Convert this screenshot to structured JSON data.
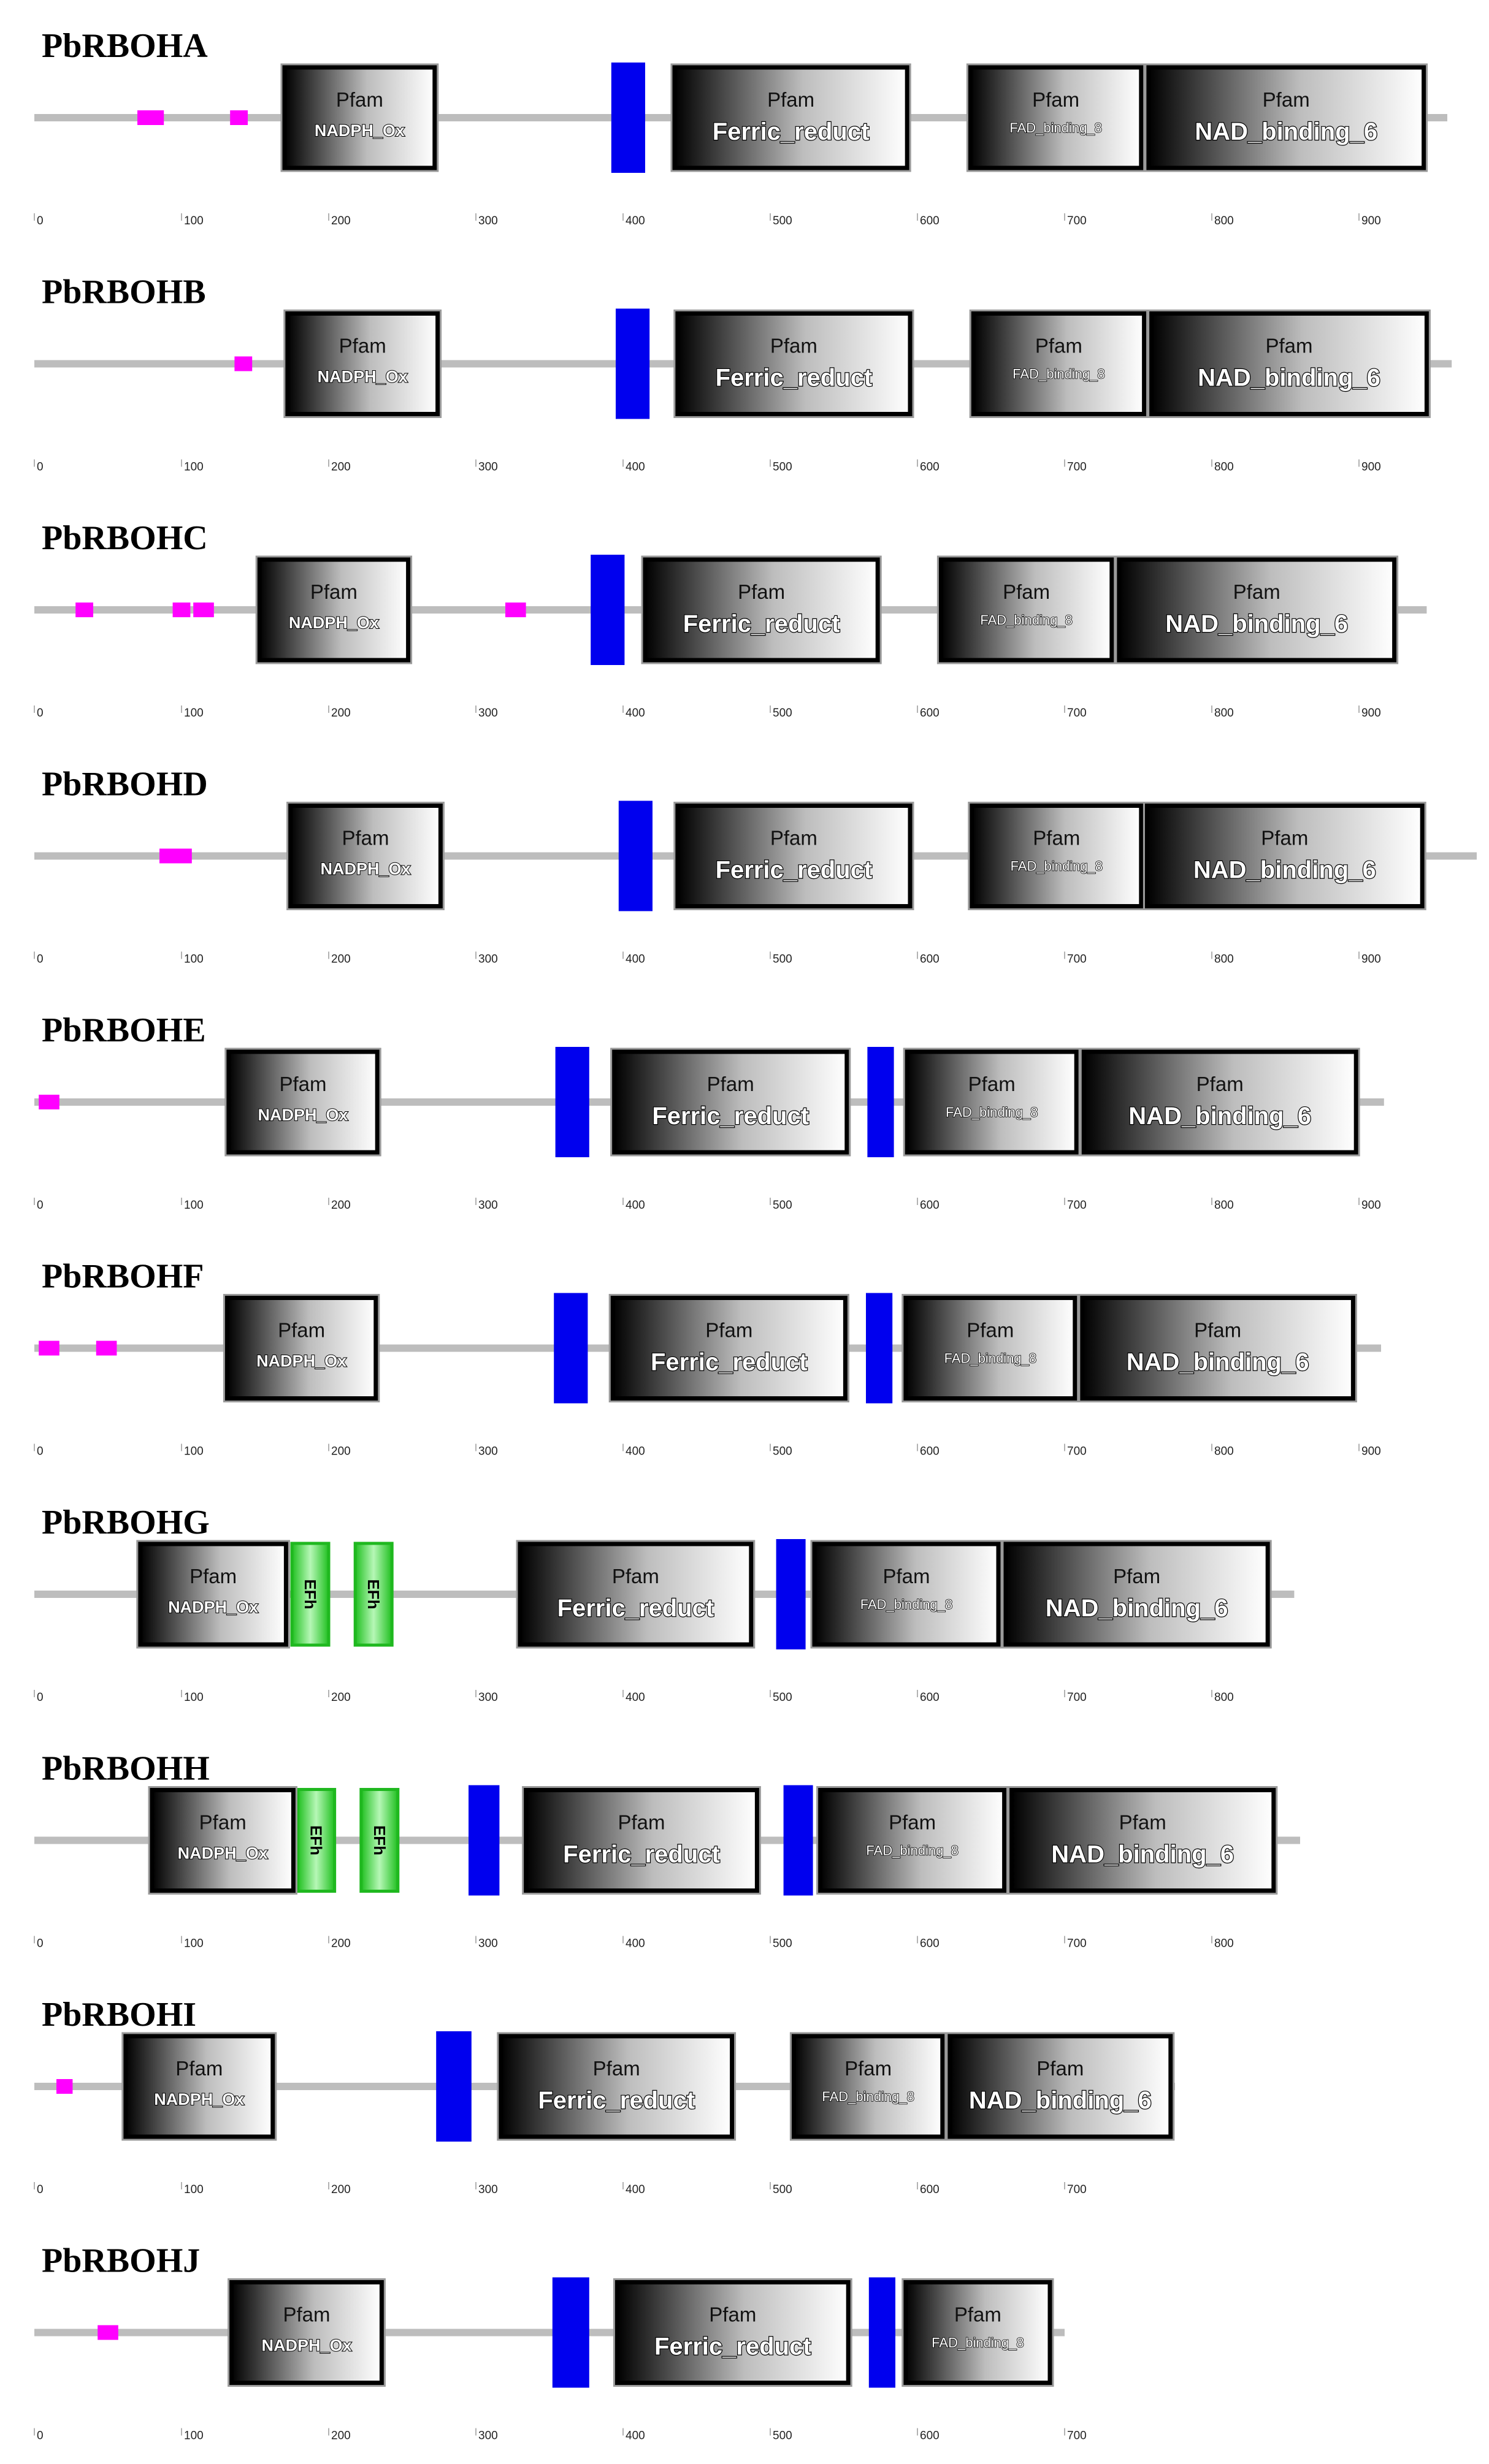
{
  "colors": {
    "backbone": "#bdbdbd",
    "motif": "#ff00ff",
    "transmembrane": "#0000ee",
    "efh_fill": "#35d635",
    "efh_border": "#1fb81f",
    "pfam_dark": "#000000",
    "pfam_light": "#ffffff"
  },
  "labels": {
    "pfam": "Pfam",
    "efh": "EFh"
  },
  "proteins": [
    {
      "name": "PbRBOHA",
      "length": 960,
      "ticks": [
        "0",
        "100",
        "200",
        "300",
        "400",
        "500",
        "600",
        "700",
        "800",
        "900"
      ],
      "motifs": [
        [
          70,
          88
        ],
        [
          133,
          145
        ]
      ],
      "tm": [
        [
          392,
          415
        ]
      ],
      "efh": [],
      "pfam": [
        {
          "name": "NADPH_Ox",
          "start": 170,
          "end": 272
        },
        {
          "name": "Ferric_reduct",
          "start": 435,
          "end": 593
        },
        {
          "name": "FAD_binding_8",
          "start": 636,
          "end": 752
        },
        {
          "name": "NAD_binding_6",
          "start": 757,
          "end": 944
        }
      ]
    },
    {
      "name": "PbRBOHB",
      "length": 963,
      "ticks": [
        "0",
        "100",
        "200",
        "300",
        "400",
        "500",
        "600",
        "700",
        "800",
        "900"
      ],
      "motifs": [
        [
          136,
          148
        ]
      ],
      "tm": [
        [
          395,
          418
        ]
      ],
      "efh": [],
      "pfam": [
        {
          "name": "NADPH_Ox",
          "start": 172,
          "end": 274
        },
        {
          "name": "Ferric_reduct",
          "start": 437,
          "end": 595
        },
        {
          "name": "FAD_binding_8",
          "start": 638,
          "end": 754
        },
        {
          "name": "NAD_binding_6",
          "start": 759,
          "end": 946
        }
      ]
    },
    {
      "name": "PbRBOHC",
      "length": 946,
      "ticks": [
        "0",
        "100",
        "200",
        "300",
        "400",
        "500",
        "600",
        "700",
        "800",
        "900"
      ],
      "motifs": [
        [
          28,
          40
        ],
        [
          94,
          106
        ],
        [
          108,
          122
        ],
        [
          320,
          334
        ]
      ],
      "tm": [
        [
          378,
          401
        ]
      ],
      "efh": [],
      "pfam": [
        {
          "name": "NADPH_Ox",
          "start": 153,
          "end": 254
        },
        {
          "name": "Ferric_reduct",
          "start": 415,
          "end": 573
        },
        {
          "name": "FAD_binding_8",
          "start": 616,
          "end": 732
        },
        {
          "name": "NAD_binding_6",
          "start": 737,
          "end": 924
        }
      ]
    },
    {
      "name": "PbRBOHD",
      "length": 980,
      "ticks": [
        "0",
        "100",
        "200",
        "300",
        "400",
        "500",
        "600",
        "700",
        "800",
        "900"
      ],
      "motifs": [
        [
          85,
          107
        ]
      ],
      "tm": [
        [
          397,
          420
        ]
      ],
      "efh": [],
      "pfam": [
        {
          "name": "NADPH_Ox",
          "start": 174,
          "end": 276
        },
        {
          "name": "Ferric_reduct",
          "start": 437,
          "end": 595
        },
        {
          "name": "FAD_binding_8",
          "start": 637,
          "end": 752
        },
        {
          "name": "NAD_binding_6",
          "start": 756,
          "end": 943
        }
      ]
    },
    {
      "name": "PbRBOHE",
      "length": 917,
      "ticks": [
        "0",
        "100",
        "200",
        "300",
        "400",
        "500",
        "600",
        "700",
        "800",
        "900"
      ],
      "motifs": [
        [
          3,
          17
        ]
      ],
      "tm": [
        [
          354,
          377
        ],
        [
          566,
          584
        ]
      ],
      "efh": [],
      "pfam": [
        {
          "name": "NADPH_Ox",
          "start": 132,
          "end": 233
        },
        {
          "name": "Ferric_reduct",
          "start": 394,
          "end": 552
        },
        {
          "name": "FAD_binding_8",
          "start": 593,
          "end": 708
        },
        {
          "name": "NAD_binding_6",
          "start": 713,
          "end": 898
        }
      ]
    },
    {
      "name": "PbRBOHF",
      "length": 915,
      "ticks": [
        "0",
        "100",
        "200",
        "300",
        "400",
        "500",
        "600",
        "700",
        "800",
        "900"
      ],
      "motifs": [
        [
          3,
          17
        ],
        [
          42,
          56
        ]
      ],
      "tm": [
        [
          353,
          376
        ],
        [
          565,
          583
        ]
      ],
      "efh": [],
      "pfam": [
        {
          "name": "NADPH_Ox",
          "start": 131,
          "end": 232
        },
        {
          "name": "Ferric_reduct",
          "start": 393,
          "end": 551
        },
        {
          "name": "FAD_binding_8",
          "start": 592,
          "end": 707
        },
        {
          "name": "NAD_binding_6",
          "start": 712,
          "end": 896
        }
      ]
    },
    {
      "name": "PbRBOHG",
      "length": 856,
      "ticks": [
        "0",
        "100",
        "200",
        "300",
        "400",
        "500",
        "600",
        "700",
        "800"
      ],
      "motifs": [],
      "tm": [
        [
          504,
          524
        ]
      ],
      "efh": [
        [
          175,
          200
        ],
        [
          218,
          243
        ]
      ],
      "pfam": [
        {
          "name": "NADPH_Ox",
          "start": 72,
          "end": 171
        },
        {
          "name": "Ferric_reduct",
          "start": 330,
          "end": 487
        },
        {
          "name": "FAD_binding_8",
          "start": 530,
          "end": 655
        },
        {
          "name": "NAD_binding_6",
          "start": 660,
          "end": 838
        }
      ]
    },
    {
      "name": "PbRBOHH",
      "length": 860,
      "ticks": [
        "0",
        "100",
        "200",
        "300",
        "400",
        "500",
        "600",
        "700",
        "800"
      ],
      "motifs": [],
      "tm": [
        [
          295,
          316
        ],
        [
          509,
          529
        ]
      ],
      "efh": [
        [
          179,
          204
        ],
        [
          222,
          247
        ]
      ],
      "pfam": [
        {
          "name": "NADPH_Ox",
          "start": 80,
          "end": 176
        },
        {
          "name": "Ferric_reduct",
          "start": 334,
          "end": 491
        },
        {
          "name": "FAD_binding_8",
          "start": 534,
          "end": 659
        },
        {
          "name": "NAD_binding_6",
          "start": 664,
          "end": 842
        }
      ]
    },
    {
      "name": "PbRBOHI",
      "length": 775,
      "ticks": [
        "0",
        "100",
        "200",
        "300",
        "400",
        "500",
        "600",
        "700"
      ],
      "motifs": [
        [
          15,
          26
        ]
      ],
      "tm": [
        [
          273,
          297
        ]
      ],
      "efh": [],
      "pfam": [
        {
          "name": "NADPH_Ox",
          "start": 62,
          "end": 162
        },
        {
          "name": "Ferric_reduct",
          "start": 317,
          "end": 474
        },
        {
          "name": "FAD_binding_8",
          "start": 516,
          "end": 617
        },
        {
          "name": "NAD_binding_6",
          "start": 622,
          "end": 772
        }
      ]
    },
    {
      "name": "PbRBOHJ",
      "length": 700,
      "ticks": [
        "0",
        "100",
        "200",
        "300",
        "400",
        "500",
        "600",
        "700"
      ],
      "motifs": [
        [
          43,
          57
        ]
      ],
      "tm": [
        [
          352,
          377
        ],
        [
          567,
          585
        ]
      ],
      "efh": [],
      "pfam": [
        {
          "name": "NADPH_Ox",
          "start": 134,
          "end": 236
        },
        {
          "name": "Ferric_reduct",
          "start": 396,
          "end": 553
        },
        {
          "name": "FAD_binding_8",
          "start": 592,
          "end": 690
        }
      ]
    }
  ]
}
